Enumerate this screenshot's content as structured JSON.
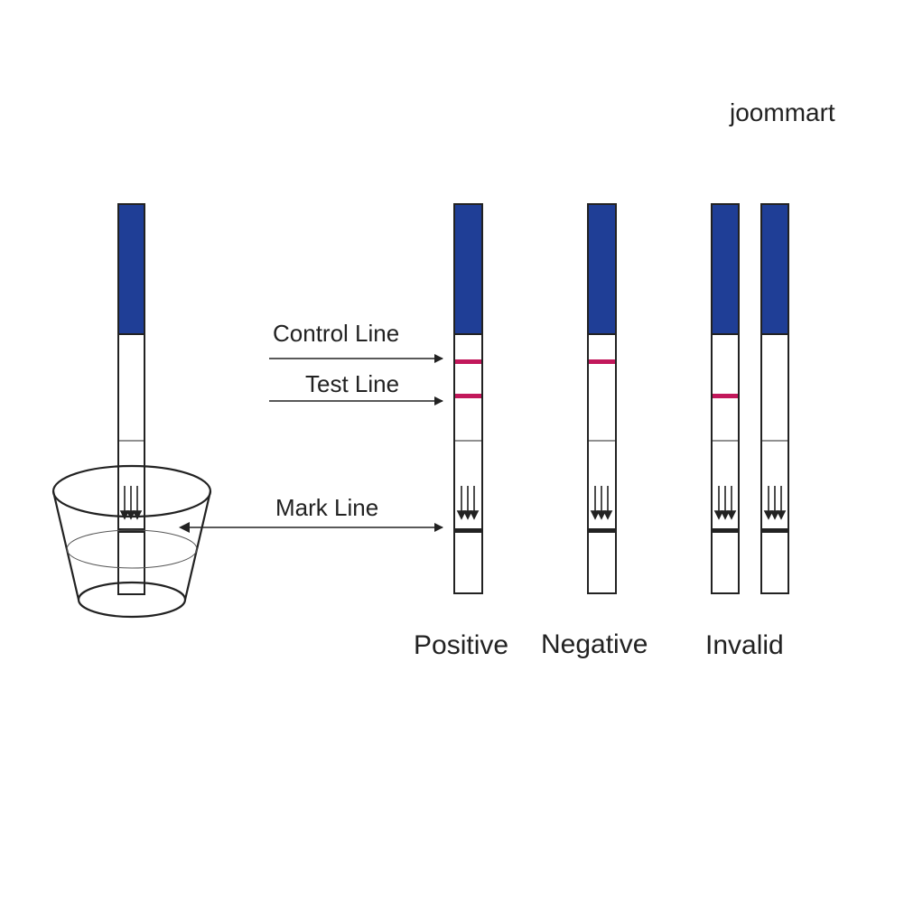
{
  "watermark": "joommart",
  "labels": {
    "control_line": "Control Line",
    "test_line": "Test Line",
    "mark_line": "Mark Line"
  },
  "results": {
    "positive": "Positive",
    "negative": "Negative",
    "invalid": "Invalid"
  },
  "colors": {
    "strip_handle": "#1f3e96",
    "result_line": "#c2185b",
    "outline": "#222222"
  }
}
